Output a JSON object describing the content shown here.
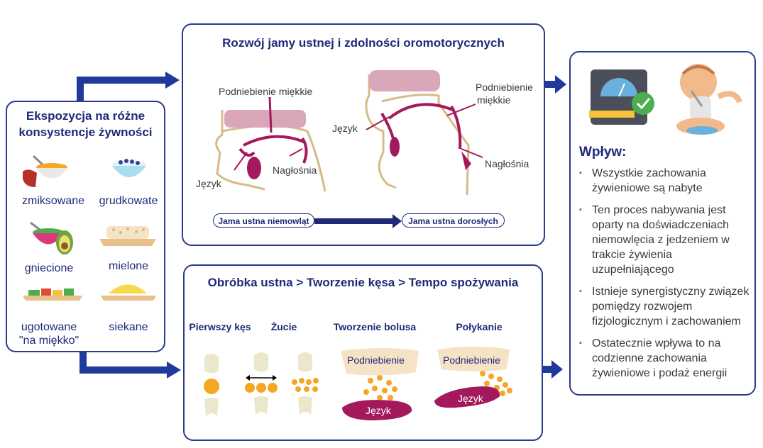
{
  "left": {
    "title_line1": "Ekspozycja na różne",
    "title_line2": "konsystencje żywności",
    "foods": [
      "zmiksowane",
      "grudkowate",
      "gniecione",
      "mielone",
      "ugotowane",
      "\"na miękko\"",
      "siekane"
    ]
  },
  "oral": {
    "title": "Rozwój jamy ustnej i zdolności oromotorycznych",
    "soft_palate": "Podniebienie miękkie",
    "soft_palate_l1": "Podniebienie",
    "soft_palate_l2": "miękkie",
    "tongue": "Język",
    "epiglottis": "Nagłośnia",
    "infant": "Jama ustna niemowląt",
    "adult": "Jama ustna dorosłych"
  },
  "process": {
    "title": "Obróbka ustna > Tworzenie kęsa > Tempo spożywania",
    "stages": [
      "Pierwszy kęs",
      "Żucie",
      "Tworzenie bolusa",
      "Połykanie"
    ],
    "palate": "Podniebienie",
    "tongue": "Język"
  },
  "impact": {
    "title": "Wpływ:",
    "items": [
      "Wszystkie zachowania żywieniowe są nabyte",
      "Ten proces nabywania jest oparty na doświadczeniach niemowlęcia z jedzeniem w trakcie żywienia uzupełniającego",
      "Istnieje synergistyczny związek pomiędzy rozwojem fizjologicznym i zachowaniem",
      "Ostatecznie wpływa to na codzienne zachowania żywieniowe i podaż energii"
    ]
  },
  "colors": {
    "navy": "#1e2a78",
    "arrow": "#1f3a9a",
    "magenta": "#a3195b",
    "pink": "#d9a7b9",
    "orange": "#f5a623",
    "beige": "#f6e3c5"
  }
}
